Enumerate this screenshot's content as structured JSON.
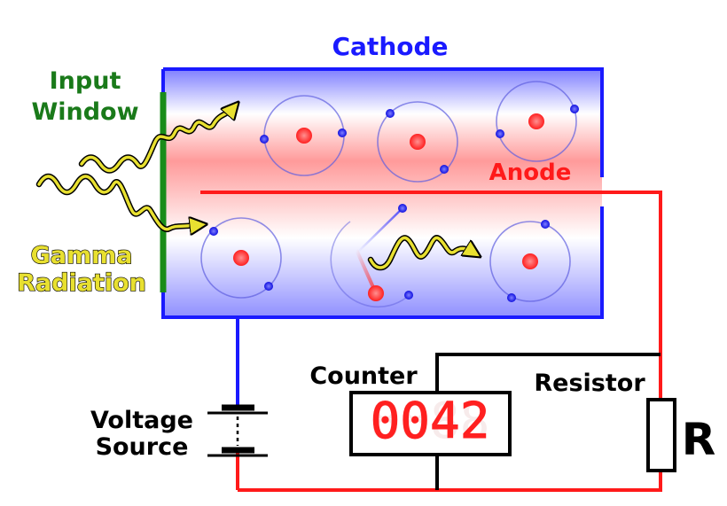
{
  "labels": {
    "cathode": "Cathode",
    "anode": "Anode",
    "input_window_line1": "Input",
    "input_window_line2": "Window",
    "gamma_line1": "Gamma",
    "gamma_line2": "Radiation",
    "counter": "Counter",
    "resistor": "Resistor",
    "resistor_symbol": "R",
    "voltage_line1": "Voltage",
    "voltage_line2": "Source"
  },
  "counter_display": "0042",
  "colors": {
    "cathode_blue": "#1a1aff",
    "anode_red": "#ff1a1a",
    "window_green": "#1a8c1a",
    "label_green": "#1a7a1a",
    "gamma_yellow": "#e8e030",
    "wire_black": "#000000",
    "display_red": "#ff2020"
  }
}
